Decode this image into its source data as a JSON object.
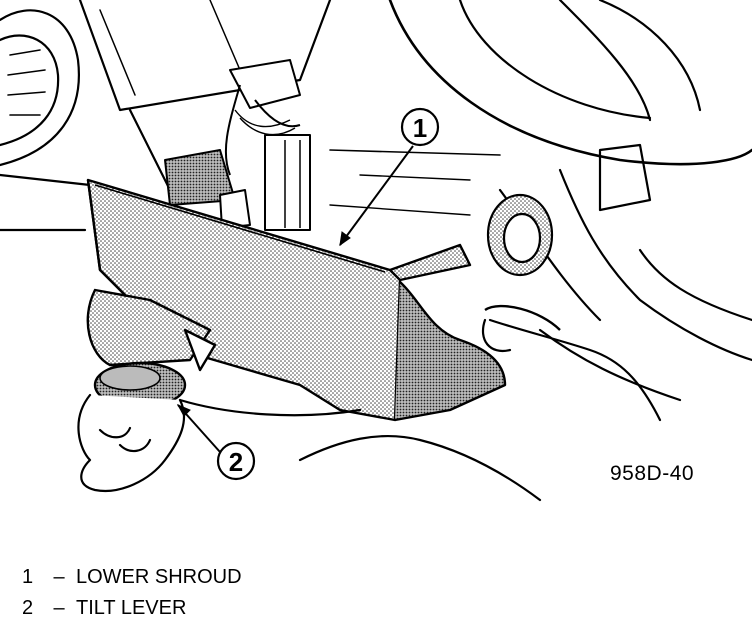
{
  "figure_code": "958D-40",
  "callouts": [
    {
      "number": "1"
    },
    {
      "number": "2"
    }
  ],
  "legend": [
    {
      "number": "1",
      "separator": "–",
      "label": "LOWER SHROUD"
    },
    {
      "number": "2",
      "separator": "–",
      "label": "TILT LEVER"
    }
  ]
}
